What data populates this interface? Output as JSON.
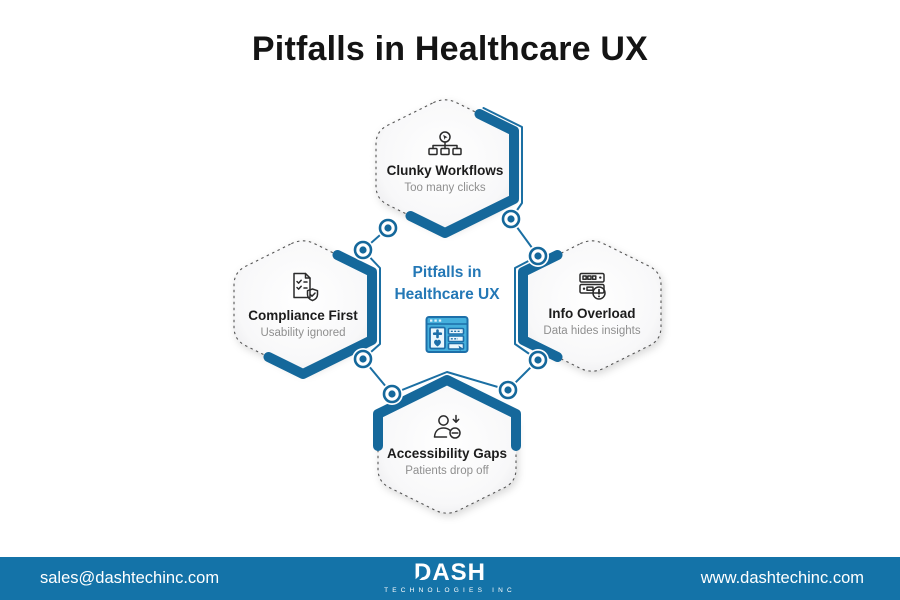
{
  "page_title": "Pitfalls in Healthcare UX",
  "center": {
    "line1": "Pitfalls in",
    "line2": "Healthcare UX",
    "icon": "medical-app-icon"
  },
  "hexagons": {
    "top": {
      "title": "Clunky Workflows",
      "subtitle": "Too many clicks",
      "icon": "workflow-click-icon"
    },
    "left": {
      "title": "Compliance First",
      "subtitle": "Usability ignored",
      "icon": "compliance-checklist-icon"
    },
    "right": {
      "title": "Info Overload",
      "subtitle": "Data hides insights",
      "icon": "server-alert-icon"
    },
    "bottom": {
      "title": "Accessibility Gaps",
      "subtitle": "Patients drop off",
      "icon": "patient-dropoff-icon"
    }
  },
  "footer": {
    "email": "sales@dashtechinc.com",
    "website": "www.dashtechinc.com",
    "logo_d": "D",
    "logo_rest": "ASH",
    "logo_sub": "TECHNOLOGIES INC"
  },
  "colors": {
    "accent_blue": "#15689B",
    "line_blue": "#1B6FA3",
    "footer_blue": "#1473A8",
    "center_text_blue": "#2478B6",
    "title_black": "#141414",
    "subtitle_gray": "#8F8F8F"
  }
}
